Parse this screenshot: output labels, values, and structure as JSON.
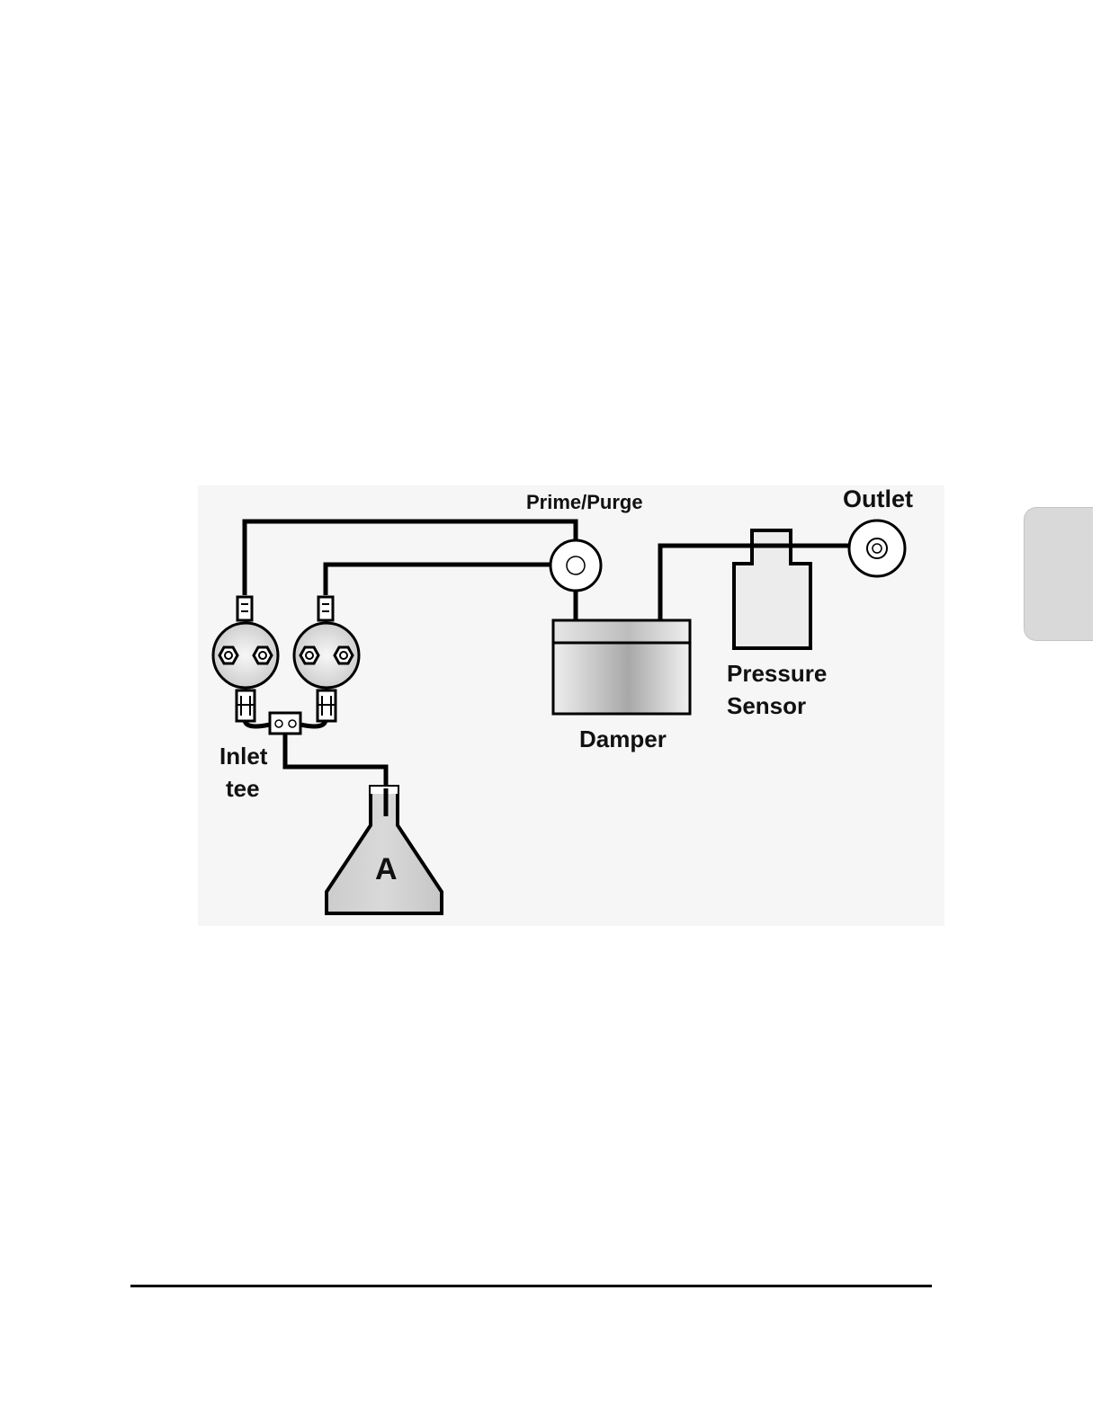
{
  "figure": {
    "labels": {
      "prime_purge": "Prime/Purge",
      "outlet": "Outlet",
      "pressure_sensor_line1": "Pressure",
      "pressure_sensor_line2": "Sensor",
      "damper": "Damper",
      "inlet_tee_line1": "Inlet",
      "inlet_tee_line2": "tee",
      "reservoir": "A"
    },
    "colors": {
      "background": "#f6f6f6",
      "line": "#000000",
      "fill_light": "#ececec",
      "fill_mid": "#d6d6d6",
      "fill_dark": "#a9a9a9"
    }
  }
}
